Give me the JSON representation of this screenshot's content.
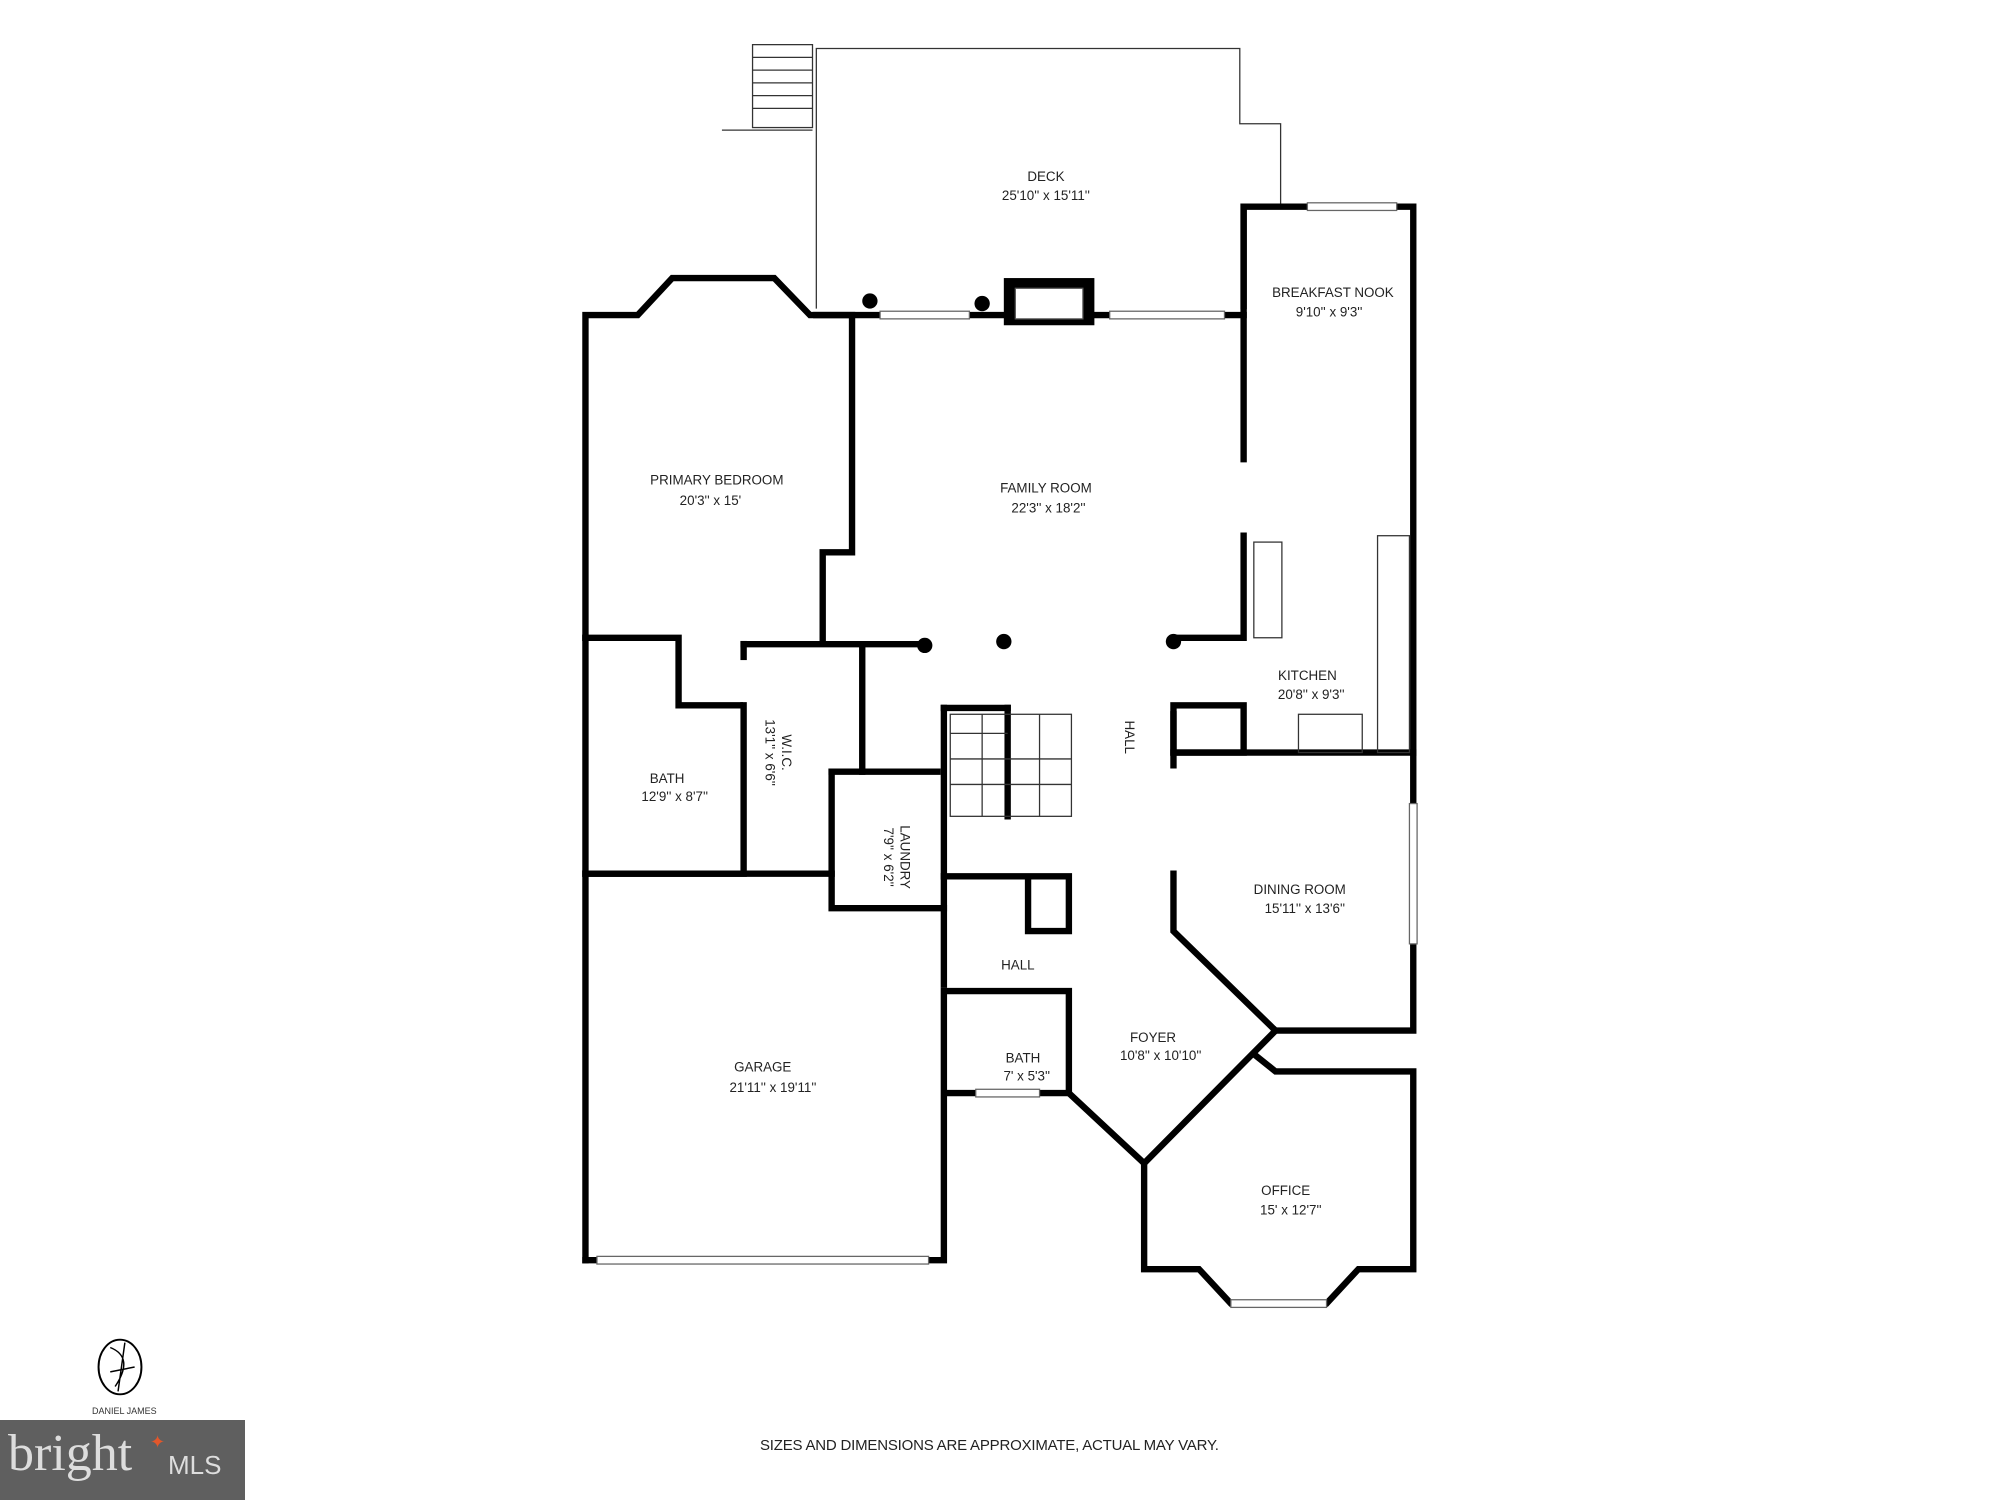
{
  "rooms": [
    {
      "name": "DECK",
      "size": "25'10'' x 15'11''"
    },
    {
      "name": "BREAKFAST NOOK",
      "size": "9'10'' x 9'3''"
    },
    {
      "name": "PRIMARY BEDROOM",
      "size": "20'3'' x 15'"
    },
    {
      "name": "FAMILY ROOM",
      "size": "22'3'' x 18'2''"
    },
    {
      "name": "KITCHEN",
      "size": "20'8'' x 9'3''"
    },
    {
      "name": "HALL",
      "size": ""
    },
    {
      "name": "W.I.C.",
      "size": "13'1'' x 6'6''"
    },
    {
      "name": "BATH",
      "size": "12'9'' x 8'7''"
    },
    {
      "name": "LAUNDRY",
      "size": "7'9'' x 6'2''"
    },
    {
      "name": "DINING ROOM",
      "size": "15'11'' x 13'6''"
    },
    {
      "name": "HALL",
      "size": ""
    },
    {
      "name": "FOYER",
      "size": "10'8'' x 10'10''"
    },
    {
      "name": "BATH",
      "size": "7' x 5'3''"
    },
    {
      "name": "GARAGE",
      "size": "21'11'' x 19'11''"
    },
    {
      "name": "OFFICE",
      "size": "15' x 12'7''"
    }
  ],
  "disclaimer": "SIZES AND DIMENSIONS ARE APPROXIMATE, ACTUAL MAY VARY.",
  "logos": {
    "daniel_james": "DANIEL JAMES",
    "bright_mls": "bright MLS",
    "bright_word": "bright",
    "mls_word": "MLS"
  },
  "colors": {
    "wall": "#000000",
    "mls_bg": "#5f5f5f",
    "mls_accent": "#e2572b"
  }
}
